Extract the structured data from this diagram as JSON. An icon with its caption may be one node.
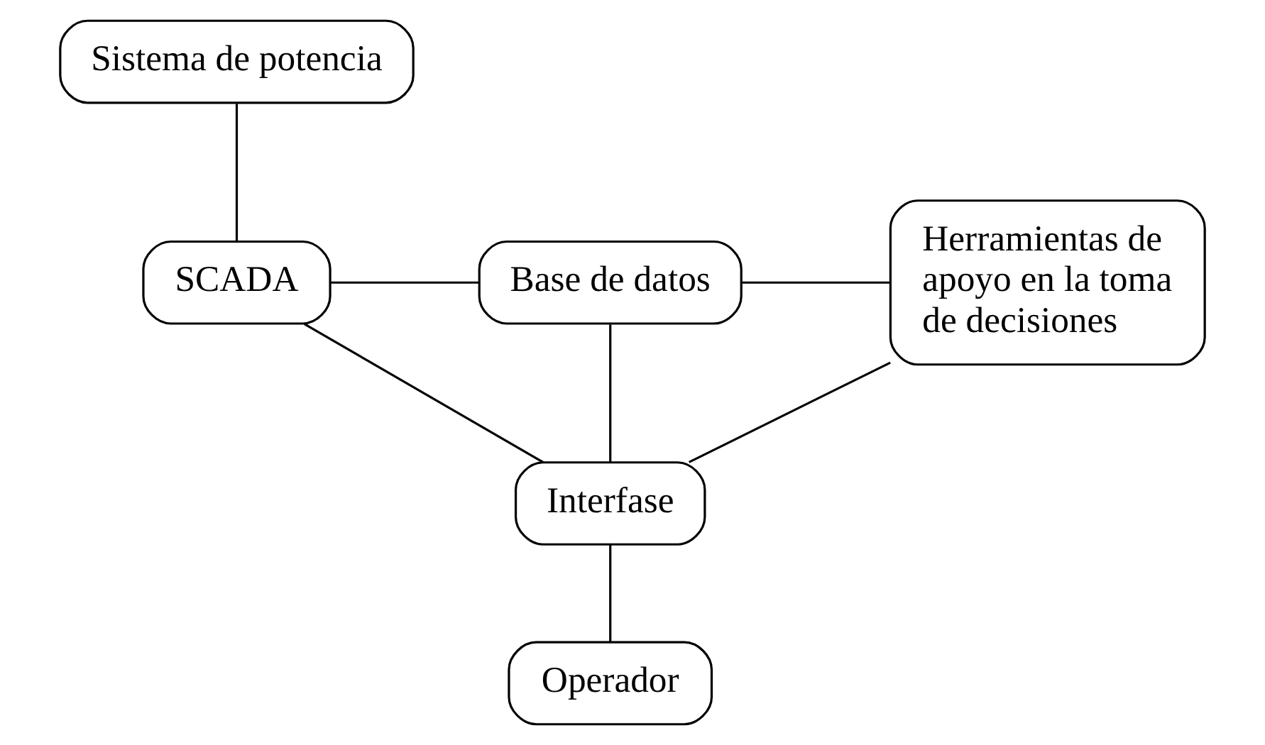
{
  "diagram": {
    "nodes": [
      {
        "text": [
          "Sistema de potencia"
        ]
      },
      {
        "text": [
          "SCADA"
        ]
      },
      {
        "text": [
          "Base de datos"
        ]
      },
      {
        "text": [
          "Herramientas de apoyo en la toma de decisiones"
        ]
      },
      {
        "text": [
          "Interfase"
        ]
      },
      {
        "text": [
          "Operador"
        ]
      }
    ],
    "edges": [
      {
        "from": 0,
        "to": 1,
        "arrow": "none"
      },
      {
        "from": 1,
        "to": 2,
        "arrow": "none"
      },
      {
        "from": 2,
        "to": 3,
        "arrow": "none"
      },
      {
        "from": 1,
        "to": 4,
        "arrow": "none"
      },
      {
        "from": 2,
        "to": 4,
        "arrow": "none"
      },
      {
        "from": 3,
        "to": 4,
        "arrow": "none"
      },
      {
        "from": 4,
        "to": 5,
        "arrow": "none"
      }
    ]
  }
}
